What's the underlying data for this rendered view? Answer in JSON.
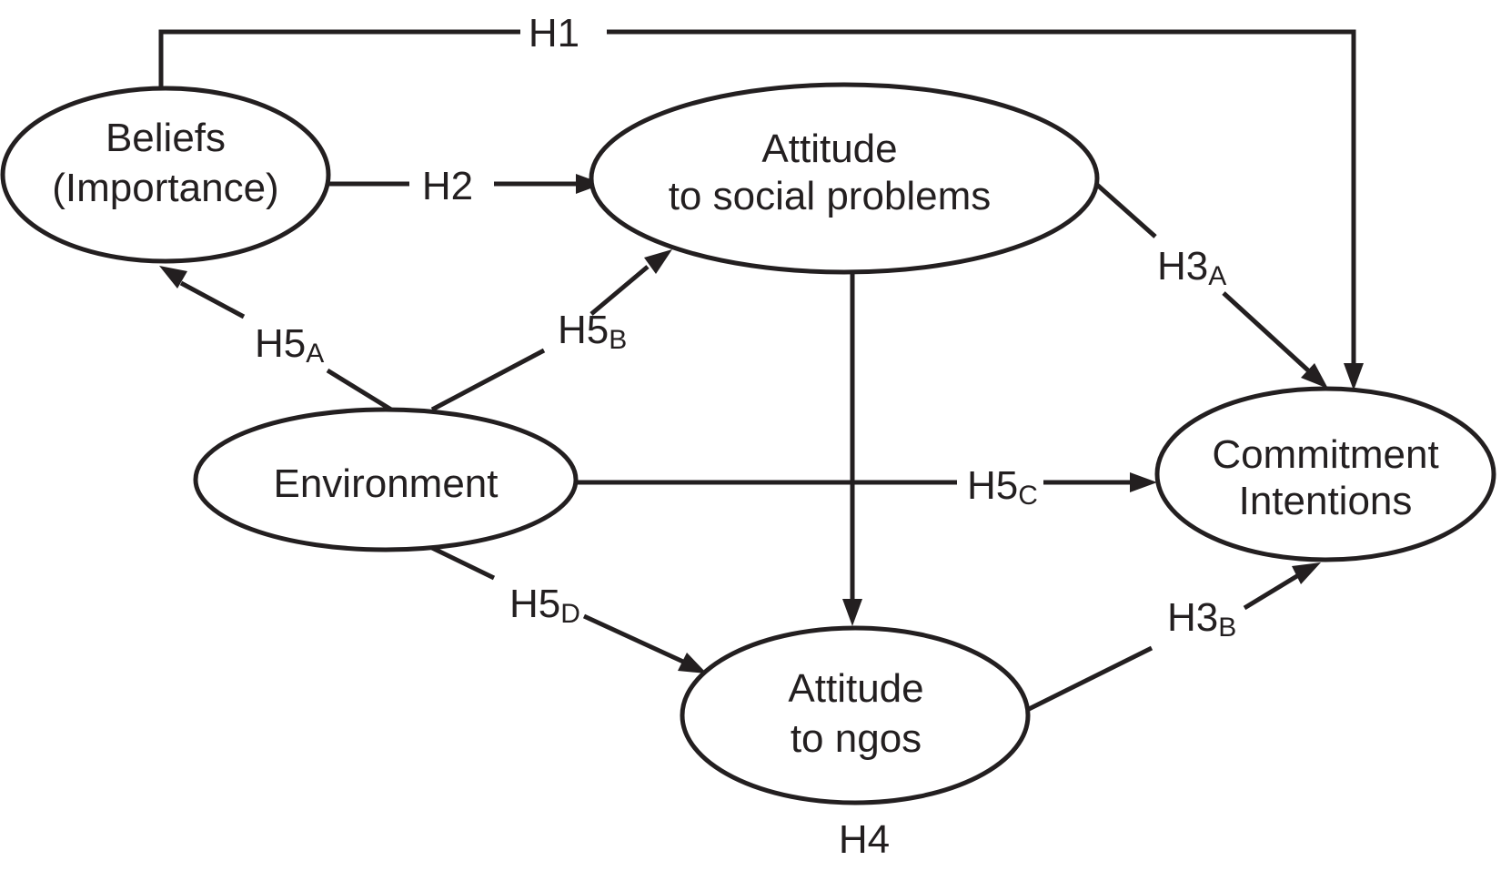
{
  "figure": {
    "type": "hypothesis-path-diagram",
    "background_color": "#ffffff",
    "ink_color": "#231f20",
    "nodes": [
      {
        "id": "beliefs",
        "lines": [
          "Beliefs",
          "(Importance)"
        ]
      },
      {
        "id": "attitude-social-problems",
        "lines": [
          "Attitude",
          "to social problems"
        ]
      },
      {
        "id": "environment",
        "lines": [
          "Environment"
        ]
      },
      {
        "id": "commitment-intentions",
        "lines": [
          "Commitment",
          "Intentions"
        ]
      },
      {
        "id": "attitude-ngos",
        "lines": [
          "Attitude",
          "to ngos"
        ]
      }
    ],
    "hypotheses": [
      {
        "id": "H1",
        "label": "H1",
        "sub": "",
        "from": "Beliefs (Importance)",
        "to": "Commitment Intentions"
      },
      {
        "id": "H2",
        "label": "H2",
        "sub": "",
        "from": "Beliefs (Importance)",
        "to": "Attitude to social problems"
      },
      {
        "id": "H3A",
        "label": "H3",
        "sub": "A",
        "from": "Attitude to social problems",
        "to": "Commitment Intentions"
      },
      {
        "id": "H3B",
        "label": "H3",
        "sub": "B",
        "from": "Attitude to ngos",
        "to": "Commitment Intentions"
      },
      {
        "id": "H4",
        "label": "H4",
        "sub": "",
        "from": "Attitude to social problems",
        "to": "Attitude to ngos"
      },
      {
        "id": "H5A",
        "label": "H5",
        "sub": "A",
        "from": "Environment",
        "to": "Beliefs (Importance)"
      },
      {
        "id": "H5B",
        "label": "H5",
        "sub": "B",
        "from": "Environment",
        "to": "Attitude to social problems"
      },
      {
        "id": "H5C",
        "label": "H5",
        "sub": "C",
        "from": "Environment",
        "to": "Commitment Intentions"
      },
      {
        "id": "H5D",
        "label": "H5",
        "sub": "D",
        "from": "Environment",
        "to": "Attitude to ngos"
      }
    ]
  }
}
